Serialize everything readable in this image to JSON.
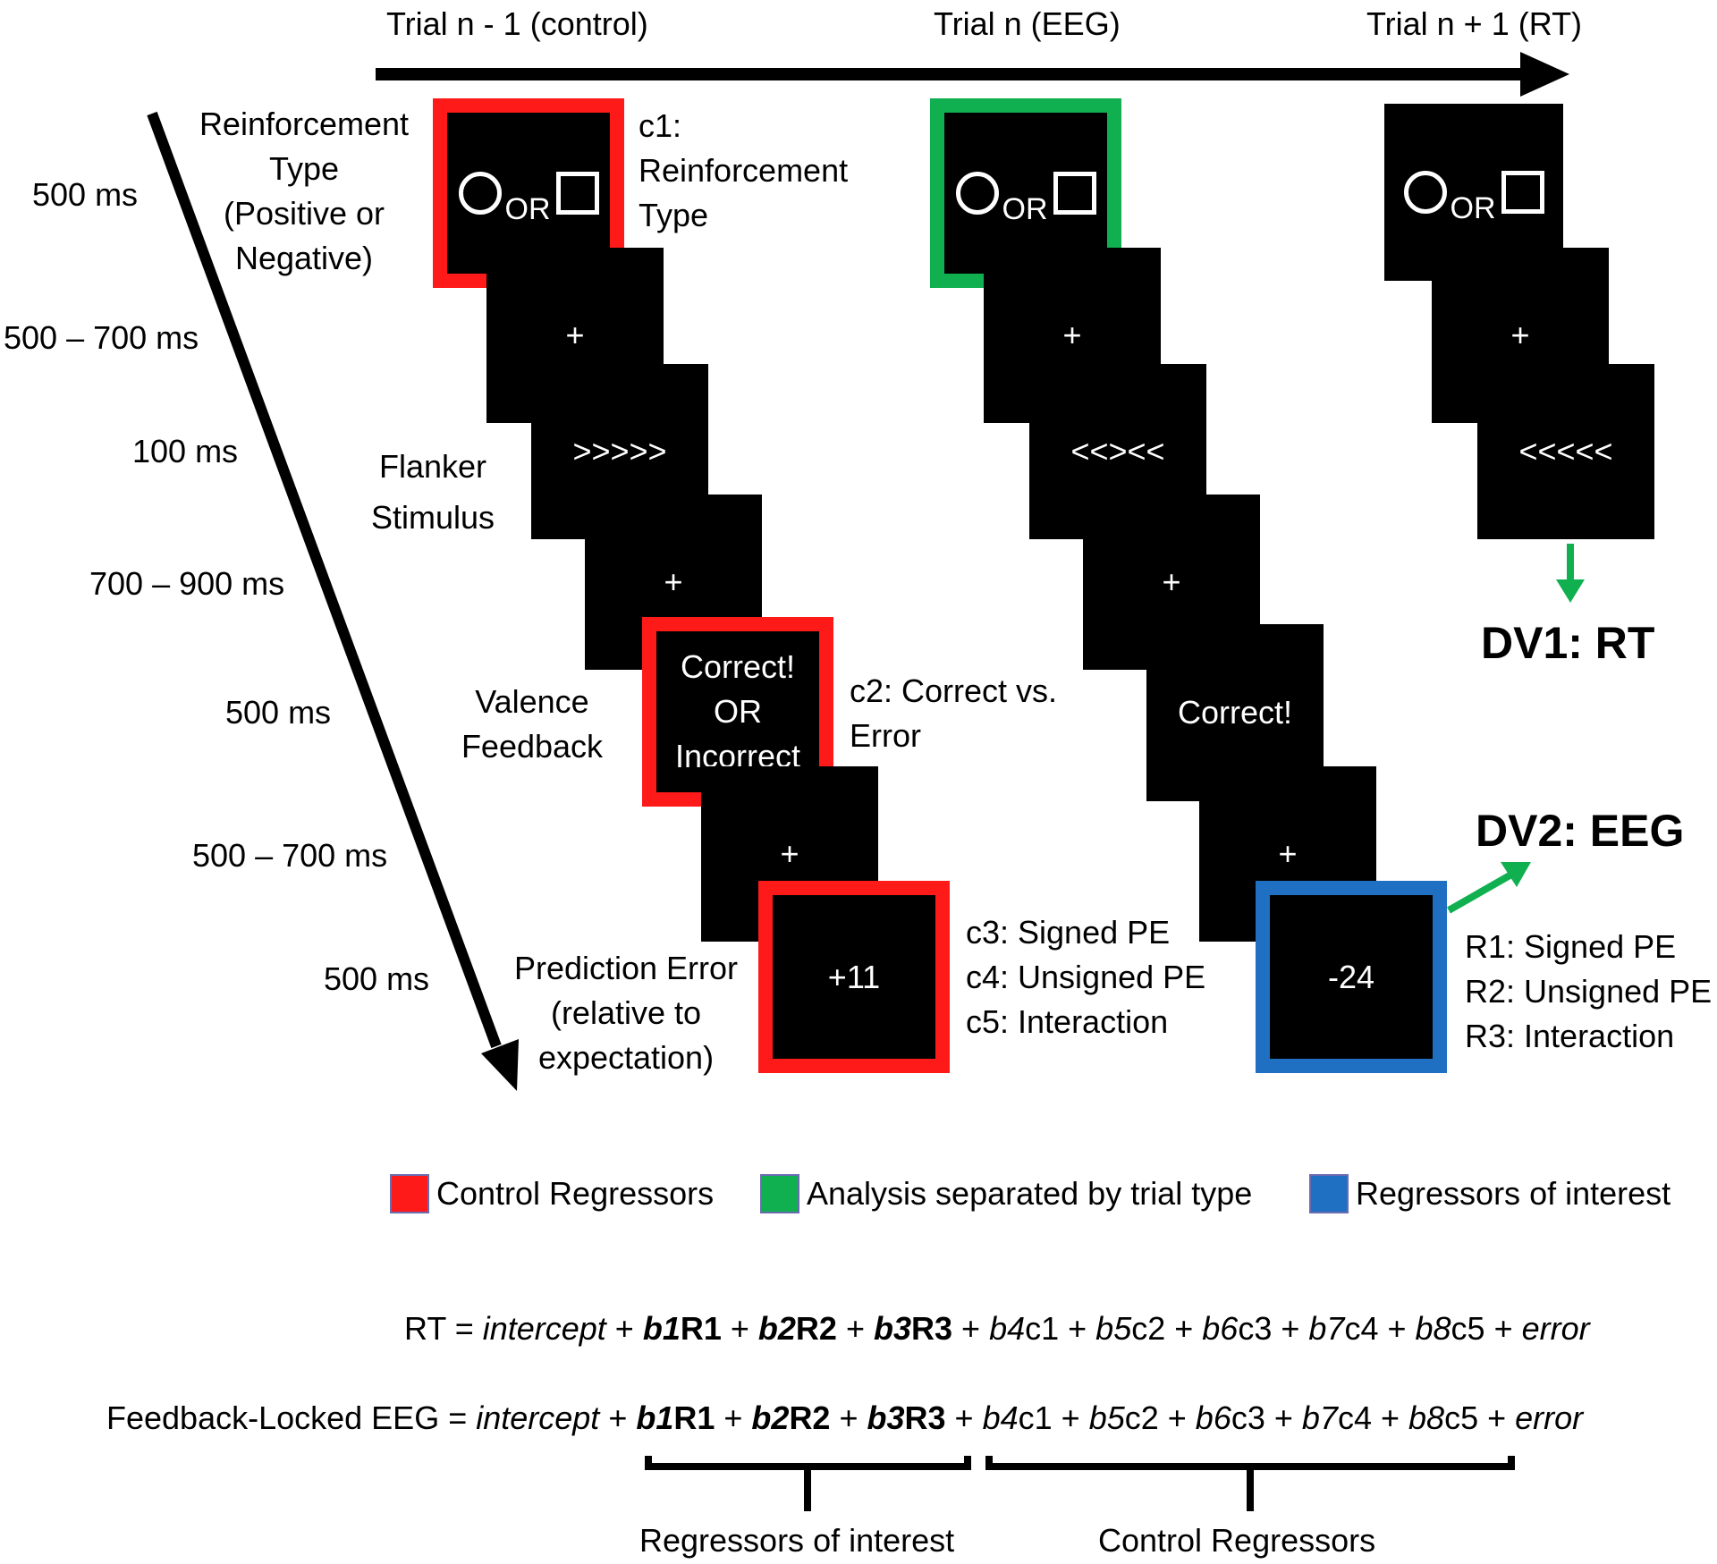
{
  "colors": {
    "control": "#ff1a1a",
    "trial_type": "#10b050",
    "interest": "#1f6fc2",
    "arrow_green": "#10b050"
  },
  "header": {
    "trial_prev": "Trial n - 1 (control)",
    "trial_curr": "Trial n (EEG)",
    "trial_next": "Trial n + 1 (RT)"
  },
  "timings": {
    "t1": "500 ms",
    "t2": "500 – 700 ms",
    "t3": "100 ms",
    "t4": "700 – 900 ms",
    "t5": "500 ms",
    "t6": "500 – 700 ms",
    "t7": "500 ms"
  },
  "stage_labels": {
    "reinforcement_1": "Reinforcement",
    "reinforcement_2": "Type",
    "reinforcement_3": "(Positive or",
    "reinforcement_4": "Negative)",
    "flanker_1": "Flanker",
    "flanker_2": "Stimulus",
    "valence_1": "Valence",
    "valence_2": "Feedback",
    "pe_1": "Prediction Error",
    "pe_2": "(relative to",
    "pe_3": "expectation)"
  },
  "screens": {
    "or_label": "OR",
    "fixation": "+",
    "flanker_prev": ">>>>>",
    "flanker_curr": "<<><<",
    "flanker_next": "<<<<<",
    "feedback_prev": "Correct!\nOR\nIncorrect",
    "feedback_curr": "Correct!",
    "pe_prev": "+11",
    "pe_curr": "-24"
  },
  "control_labels": {
    "c1_a": "c1:",
    "c1_b": "Reinforcement",
    "c1_c": "Type",
    "c2_a": "c2: Correct vs.",
    "c2_b": "Error",
    "c3": "c3: Signed PE",
    "c4": "c4: Unsigned PE",
    "c5": "c5: Interaction"
  },
  "interest_labels": {
    "r1": "R1: Signed PE",
    "r2": "R2: Unsigned PE",
    "r3": "R3: Interaction"
  },
  "dv": {
    "dv1": "DV1: RT",
    "dv2": "DV2: EEG"
  },
  "legend": {
    "control": "Control Regressors",
    "trial_type": "Analysis separated by trial type",
    "interest": "Regressors of interest"
  },
  "equations": {
    "rt_lhs": "RT = ",
    "eeg_lhs": "Feedback-Locked EEG = ",
    "intercept": "intercept",
    "plus": " + ",
    "b1": "b1",
    "r1": "R1",
    "b2": "b2",
    "r2": "R2",
    "b3": "b3",
    "r3": "R3",
    "b4": "b4",
    "c1": "c1",
    "b5": "b5",
    "c2": "c2",
    "b6": "b6",
    "c3": "c3",
    "b7": "b7",
    "c4": "c4",
    "b8": "b8",
    "c5": "c5",
    "error": "error"
  },
  "brackets": {
    "interest": "Regressors of interest",
    "control": "Control Regressors"
  }
}
